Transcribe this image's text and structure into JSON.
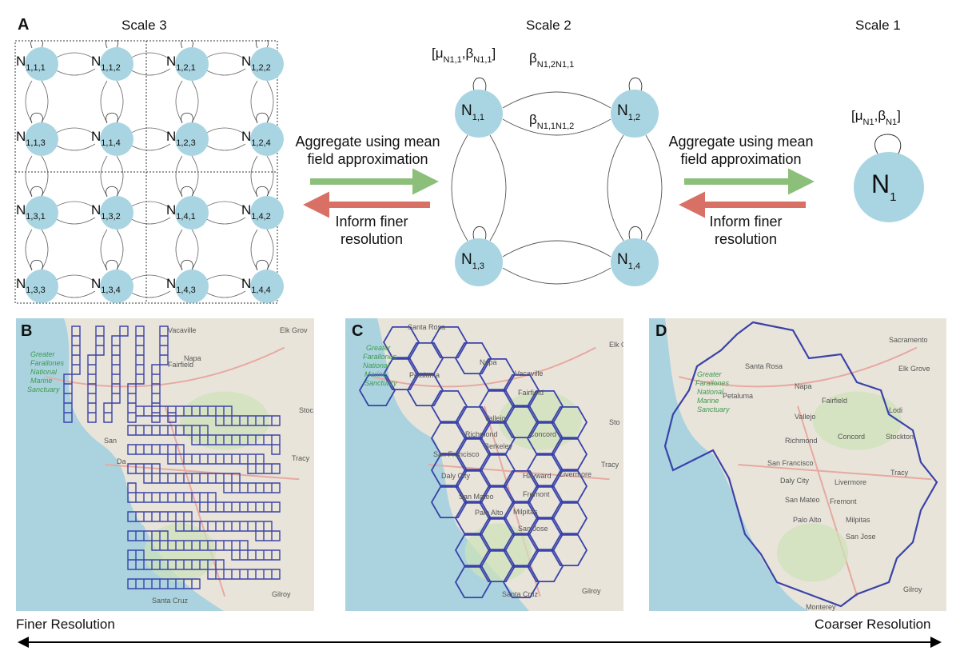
{
  "panel_letters": {
    "a": "A",
    "b": "B",
    "c": "C",
    "d": "D"
  },
  "scales": {
    "s3": "Scale 3",
    "s2": "Scale 2",
    "s1": "Scale 1"
  },
  "arrows": {
    "aggregate_line1": "Aggregate using mean",
    "aggregate_line2": "field approximation",
    "inform_line1": "Inform finer",
    "inform_line2": "resolution",
    "aggregate_color": "#8cc07a",
    "inform_color": "#d97066"
  },
  "scale3_nodes": [
    "1,1,1",
    "1,1,2",
    "1,2,1",
    "1,2,2",
    "1,1,3",
    "1,1,4",
    "1,2,3",
    "1,2,4",
    "1,3,1",
    "1,3,2",
    "1,4,1",
    "1,4,2",
    "1,3,3",
    "1,3,4",
    "1,4,3",
    "1,4,4"
  ],
  "scale2_nodes": [
    "1,1",
    "1,2",
    "1,3",
    "1,4"
  ],
  "scale2_params": {
    "self_mu": "μ",
    "self_mu_sub": "N1,1",
    "self_beta": "β",
    "self_beta_sub": "N1,1",
    "edge_top": "β",
    "edge_top_sub": "N1,2N1,1",
    "edge_mid": "β",
    "edge_mid_sub": "N1,1N1,2"
  },
  "scale1_node": {
    "label": "N",
    "sub": "1",
    "mu_sub": "N1",
    "beta_sub": "N1"
  },
  "node_letter": "N",
  "maps": {
    "b": [
      "Greater",
      "Farallones",
      "National",
      "Marine",
      "Sanctuary",
      "Vacaville",
      "Napa",
      "Fairfield",
      "Elk Grov",
      "San",
      "Da",
      "Stoc",
      "Tracy",
      "Santa Cruz",
      "Gilroy"
    ],
    "c": [
      "Santa Rosa",
      "Greater",
      "Farallones",
      "National",
      "Marine",
      "Sanctuary",
      "Petaluma",
      "Napa",
      "Vacaville",
      "Fairfield",
      "Elk Gr",
      "Vallejo",
      "Richmond",
      "Concord",
      "Berkeley",
      "Sto",
      "San Francisco",
      "Daly City",
      "Hayward",
      "Livermore",
      "Tracy",
      "Fremont",
      "San Mateo",
      "Palo Alto",
      "Milpitas",
      "San Jose",
      "Santa Cruz",
      "Gilroy"
    ],
    "d": [
      "Sacramento",
      "Santa Rosa",
      "Elk Grove",
      "Greater",
      "Farallones",
      "National",
      "Marine",
      "Sanctuary",
      "Petaluma",
      "Napa",
      "Fairfield",
      "Lodi",
      "Vallejo",
      "Stockton",
      "Richmond",
      "Concord",
      "San Francisco",
      "Tracy",
      "Daly City",
      "Livermore",
      "San Mateo",
      "Fremont",
      "Palo Alto",
      "Milpitas",
      "San Jose",
      "Gilroy",
      "Monterey"
    ]
  },
  "map_colors": {
    "sea": "#aad3df",
    "land": "#e8e4da",
    "green": "#cfe3b8",
    "road": "#e7a9a0",
    "outline": "#3a43a8"
  },
  "resolution": {
    "finer": "Finer Resolution",
    "coarser": "Coarser Resolution"
  }
}
